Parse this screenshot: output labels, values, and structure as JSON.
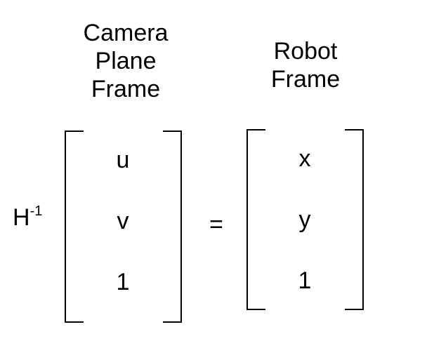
{
  "headings": {
    "left": [
      "Camera",
      "Plane",
      "Frame"
    ],
    "right": [
      "Robot",
      "Frame"
    ]
  },
  "operator": {
    "base": "H",
    "exponent": "-1"
  },
  "equals": "=",
  "left_vector": [
    "u",
    "v",
    "1"
  ],
  "right_vector": [
    "x",
    "y",
    "1"
  ]
}
